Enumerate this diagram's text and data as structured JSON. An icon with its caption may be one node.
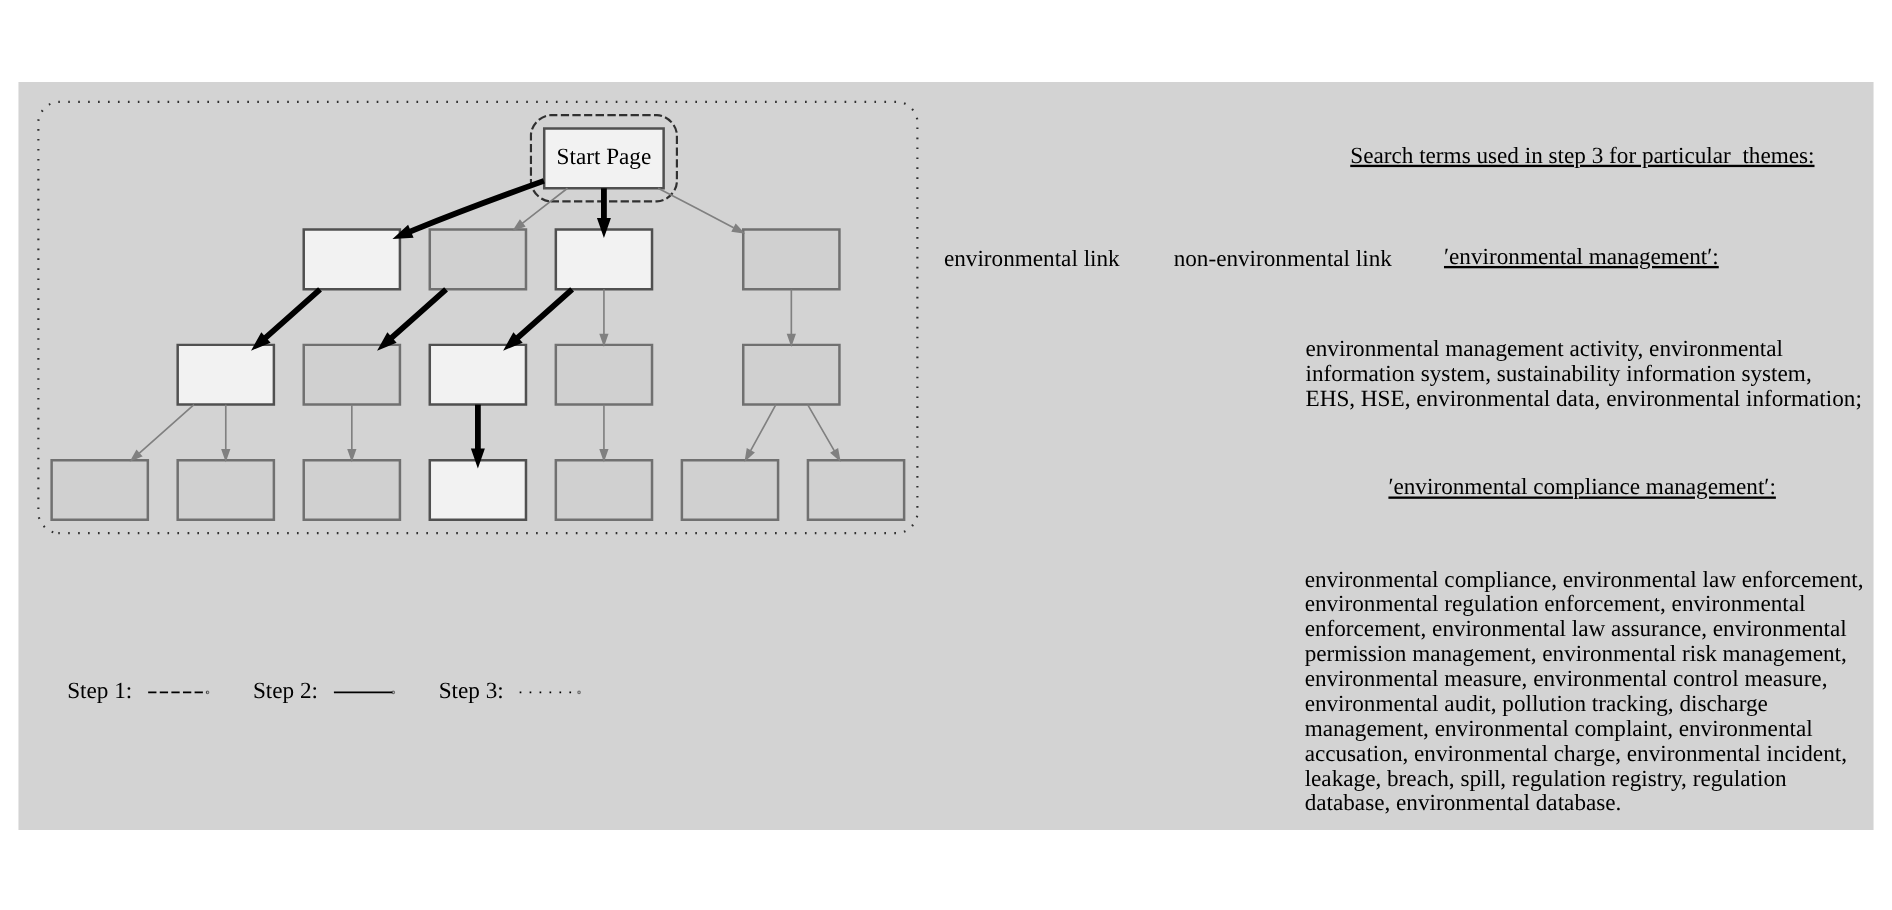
{
  "diagram": {
    "nodes": [
      {
        "text": [],
        "shape": "ellipse"
      },
      {
        "text": [],
        "shape": "ellipse",
        "in": 0
      },
      {
        "text": [
          "Start Page"
        ],
        "in": 1
      },
      {
        "text": [],
        "shape": "box",
        "in": 0
      },
      {
        "text": [],
        "shape": "box",
        "in": 0
      },
      {
        "text": [],
        "shape": "box",
        "in": 0
      },
      {
        "text": [],
        "shape": "box",
        "in": 0
      },
      {
        "text": [],
        "shape": "box",
        "in": 0
      },
      {
        "text": [],
        "shape": "box",
        "in": 0
      },
      {
        "text": [],
        "shape": "box",
        "in": 0
      },
      {
        "text": [],
        "shape": "box",
        "in": 0
      },
      {
        "text": [],
        "shape": "box",
        "in": 0
      },
      {
        "text": [],
        "shape": "box",
        "in": 0
      },
      {
        "text": [],
        "shape": "box",
        "in": 0
      },
      {
        "text": [],
        "shape": "box",
        "in": 0
      },
      {
        "text": [],
        "shape": "box",
        "in": 0
      },
      {
        "text": [],
        "shape": "box",
        "in": 0
      },
      {
        "text": [],
        "shape": "box",
        "in": 0
      },
      {
        "text": [],
        "shape": "box",
        "in": 0
      }
    ],
    "edges": [
      {
        "from": 2,
        "to": 3,
        "arrow": "to",
        "style": "thick",
        "color": "#000000"
      },
      {
        "from": 2,
        "to": 4,
        "arrow": "to"
      },
      {
        "from": 2,
        "to": 5,
        "arrow": "to",
        "style": "thick",
        "color": "#000000"
      },
      {
        "from": 2,
        "to": 6,
        "arrow": "to"
      },
      {
        "from": 3,
        "to": 7,
        "arrow": "to",
        "style": "thick",
        "color": "#000000"
      },
      {
        "from": 4,
        "to": 8,
        "arrow": "to",
        "style": "thick",
        "color": "#000000"
      },
      {
        "from": 5,
        "to": 9,
        "arrow": "to",
        "style": "thick",
        "color": "#000000"
      },
      {
        "from": 5,
        "to": 10,
        "arrow": "to"
      },
      {
        "from": 6,
        "to": 11,
        "arrow": "to"
      },
      {
        "from": 7,
        "to": 12,
        "arrow": "to"
      },
      {
        "from": 7,
        "to": 13,
        "arrow": "to"
      },
      {
        "from": 8,
        "to": 14,
        "arrow": "to"
      },
      {
        "from": 9,
        "to": 15,
        "arrow": "to",
        "style": "thick",
        "color": "#000000"
      },
      {
        "from": 10,
        "to": 16,
        "arrow": "to"
      },
      {
        "from": 11,
        "to": 17,
        "arrow": "to"
      },
      {
        "from": 11,
        "to": 18,
        "arrow": "to"
      }
    ],
    "labels": [
      "environmental link",
      "non-environmental link",
      "Search terms used in step 3 for particular  themes:",
      "′environmental management′:",
      "environmental management activity, environmental information system, sustainability information system, EHS, HSE, environmental data, environmental information;",
      "′environmental compliance management′:",
      "environmental compliance, environmental law enforcement, environmental regulation enforcement, environmental enforcement, environmental law assurance, environmental permission management, environmental risk management, environmental measure, environmental control measure, environmental audit, pollution tracking, discharge management, environmental complaint, environmental accusation, environmental charge, environmental incident, leakage, breach, spill, regulation registry, regulation database, environmental database."
    ],
    "legend": [
      {
        "text": "Step 1:"
      },
      {
        "text": "Step 2:"
      },
      {
        "text": "Step 3:"
      }
    ]
  }
}
